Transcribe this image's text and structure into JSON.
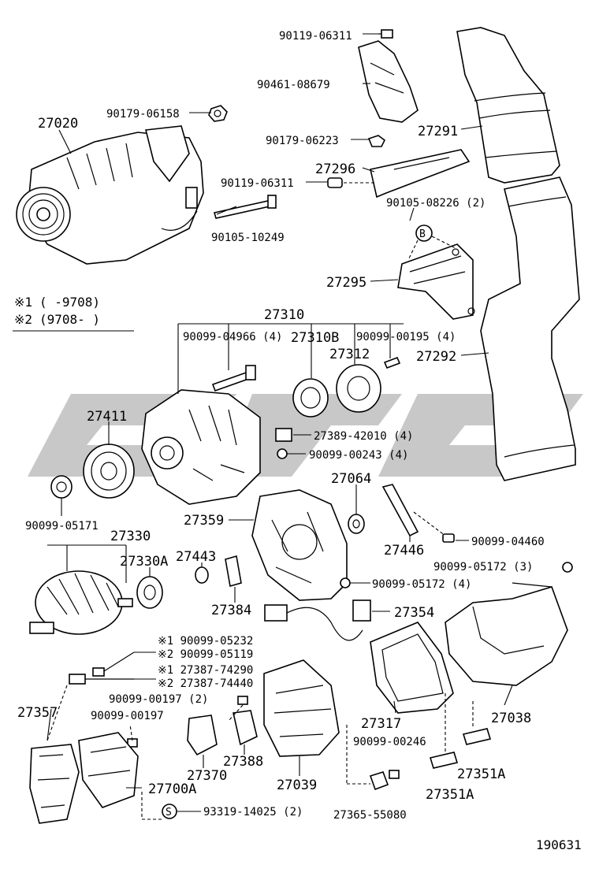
{
  "diagram_id": "190631",
  "legend": {
    "mark1": "※1",
    "range1": "(      -9708)",
    "mark2": "※2",
    "range2": "(9708-      )"
  },
  "labels": {
    "p90119_06311_top": "90119-06311",
    "p90461_08679": "90461-08679",
    "p27020": "27020",
    "p90179_06158": "90179-06158",
    "p27291": "27291",
    "p90179_06223": "90179-06223",
    "p27296": "27296",
    "p90119_06311": "90119-06311",
    "p90105_08226": "90105-08226 (2)",
    "p90105_10249": "90105-10249",
    "pB": "B",
    "p27295": "27295",
    "p27310": "27310",
    "p90099_04966": "90099-04966 (4)",
    "p27310B": "27310B",
    "p90099_00195": "90099-00195 (4)",
    "p27312": "27312",
    "p27292": "27292",
    "p27411": "27411",
    "p27389_42010": "27389-42010 (4)",
    "p90099_00243": "90099-00243 (4)",
    "p27064": "27064",
    "p90099_05171": "90099-05171",
    "p27359": "27359",
    "p27446": "27446",
    "p90099_04460": "90099-04460",
    "p27330": "27330",
    "p27330A": "27330A",
    "p27443": "27443",
    "p90099_05172_3": "90099-05172 (3)",
    "p90099_05172_4": "90099-05172 (4)",
    "p27384": "27384",
    "p27354": "27354",
    "p90099_05232": "※1  90099-05232",
    "p90099_05119": "※2  90099-05119",
    "p27387_74290": "※1  27387-74290",
    "p27387_74440": "※2  27387-74440",
    "p90099_00197_2": "90099-00197 (2)",
    "p27357": "27357",
    "p90099_00197": "90099-00197",
    "p27317": "27317",
    "p27038": "27038",
    "p90099_00246": "90099-00246",
    "p27370": "27370",
    "p27388": "27388",
    "p27039": "27039",
    "p27351A_a": "27351A",
    "p27351A_b": "27351A",
    "p27700A": "27700A",
    "pS": "S",
    "p93319_14025": "93319-14025 (2)",
    "p27365_55080": "27365-55080"
  }
}
